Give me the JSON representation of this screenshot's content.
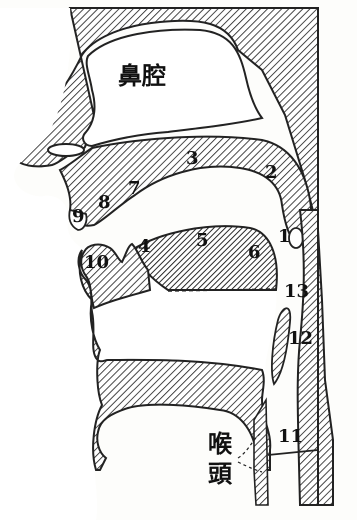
{
  "labels": {
    "nasal_cavity": "鼻腔",
    "larynx_line1": "喉",
    "larynx_line2": "頭",
    "n1": "1",
    "n2": "2",
    "n3": "3",
    "n4": "4",
    "n5": "5",
    "n6": "6",
    "n7": "7",
    "n8": "8",
    "n9": "9",
    "n10": "10",
    "n11": "11",
    "n12": "12",
    "n13": "13"
  }
}
